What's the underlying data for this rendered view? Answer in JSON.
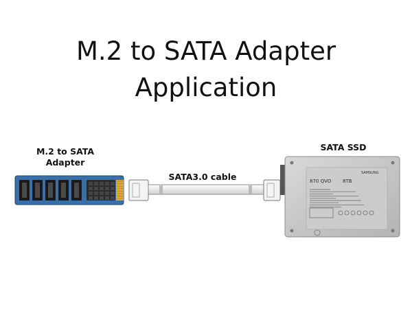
{
  "title": {
    "line1": "M.2 to SATA Adapter",
    "line2": "Application"
  },
  "adapter": {
    "label_line1": "M.2 to SATA",
    "label_line2": "Adapter",
    "port_count": 5,
    "pcb_color": "#3b6fa8"
  },
  "cable": {
    "label": "SATA3.0 cable"
  },
  "ssd": {
    "label": "SATA SSD",
    "brand": "SAMSUNG",
    "model": "870 QVO",
    "capacity": "8TB",
    "case_color": "#c9cacb"
  }
}
